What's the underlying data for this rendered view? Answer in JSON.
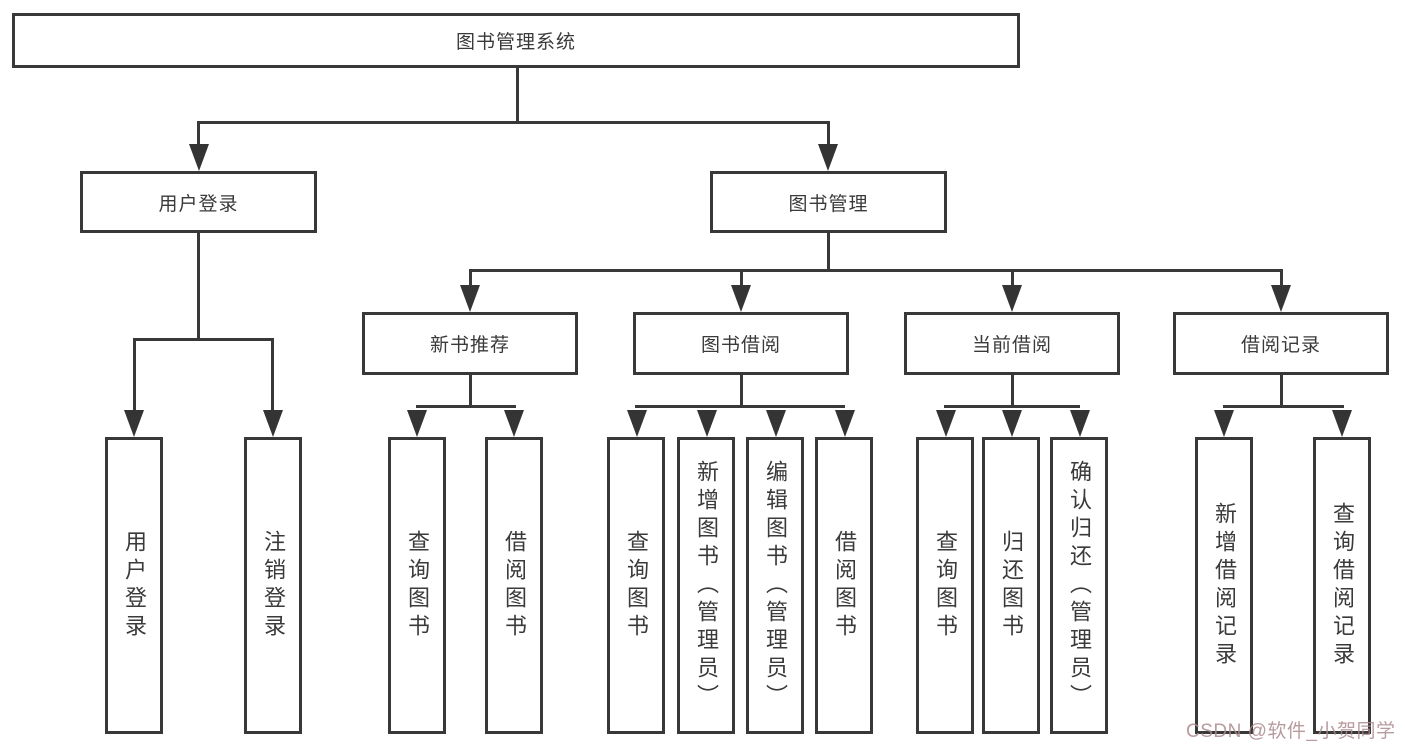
{
  "tree": {
    "root_label": "图书管理系统",
    "children": [
      {
        "label": "用户登录",
        "leaves": [
          "用户登录",
          "注销登录"
        ]
      },
      {
        "label": "图书管理",
        "children": [
          {
            "label": "新书推荐",
            "leaves": [
              "查询图书",
              "借阅图书"
            ]
          },
          {
            "label": "图书借阅",
            "leaves": [
              "查询图书",
              "新增图书（管理员）",
              "编辑图书（管理员）",
              "借阅图书"
            ]
          },
          {
            "label": "当前借阅",
            "leaves": [
              "查询图书",
              "归还图书",
              "确认归还（管理员）"
            ]
          },
          {
            "label": "借阅记录",
            "leaves": [
              "新增借阅记录",
              "查询借阅记录"
            ]
          }
        ]
      }
    ]
  },
  "watermark": {
    "text": "CSDN @软件_小贺同学",
    "color": "#ab898d"
  },
  "style": {
    "line_color": "#383838",
    "box_background": "#ffffff",
    "text_color": "#3a3a3a"
  }
}
